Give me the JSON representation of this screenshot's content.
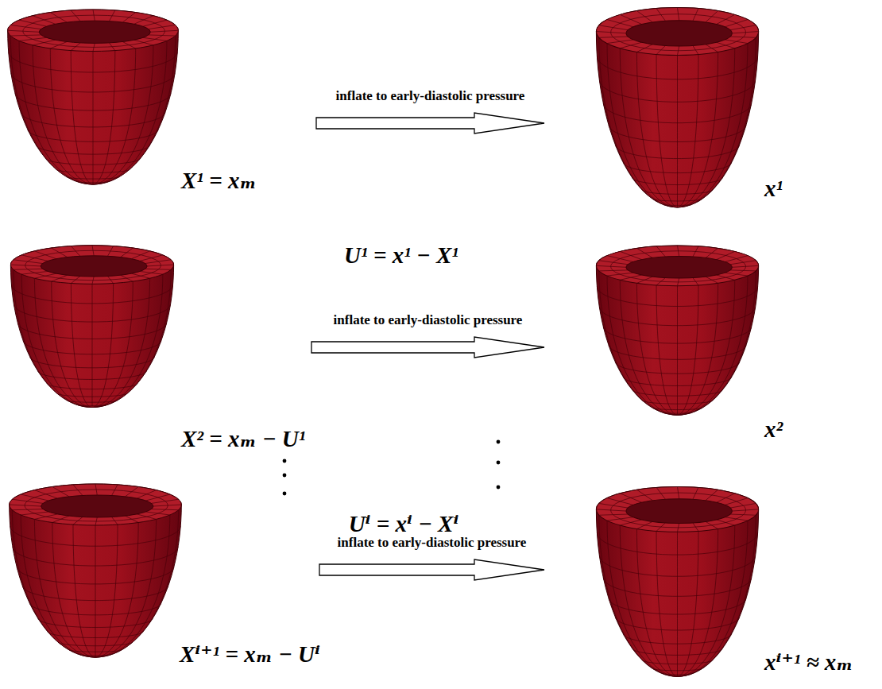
{
  "diagram": {
    "nodes": [
      {
        "text": [
          "X¹ = xₘ"
        ]
      },
      {
        "text": [
          "x¹"
        ]
      },
      {
        "text": [
          "X² = xₘ − U¹"
        ]
      },
      {
        "text": [
          "x²"
        ]
      },
      {
        "text": [
          "Xⁱ⁺¹ = xₘ − Uⁱ"
        ]
      },
      {
        "text": [
          "xⁱ⁺¹ ≈ xₘ"
        ]
      }
    ],
    "edges": [
      {
        "from": 0,
        "to": 1,
        "label": "inflate to early-diastolic pressure",
        "arrow": "to"
      },
      {
        "from": 2,
        "to": 3,
        "label": "inflate to early-diastolic pressure",
        "arrow": "to"
      },
      {
        "from": 4,
        "to": 5,
        "label": "inflate to early-diastolic pressure",
        "arrow": "to"
      }
    ],
    "labels": [
      "U¹ = x¹ − X¹",
      "Uⁱ = xⁱ − Xⁱ"
    ]
  }
}
